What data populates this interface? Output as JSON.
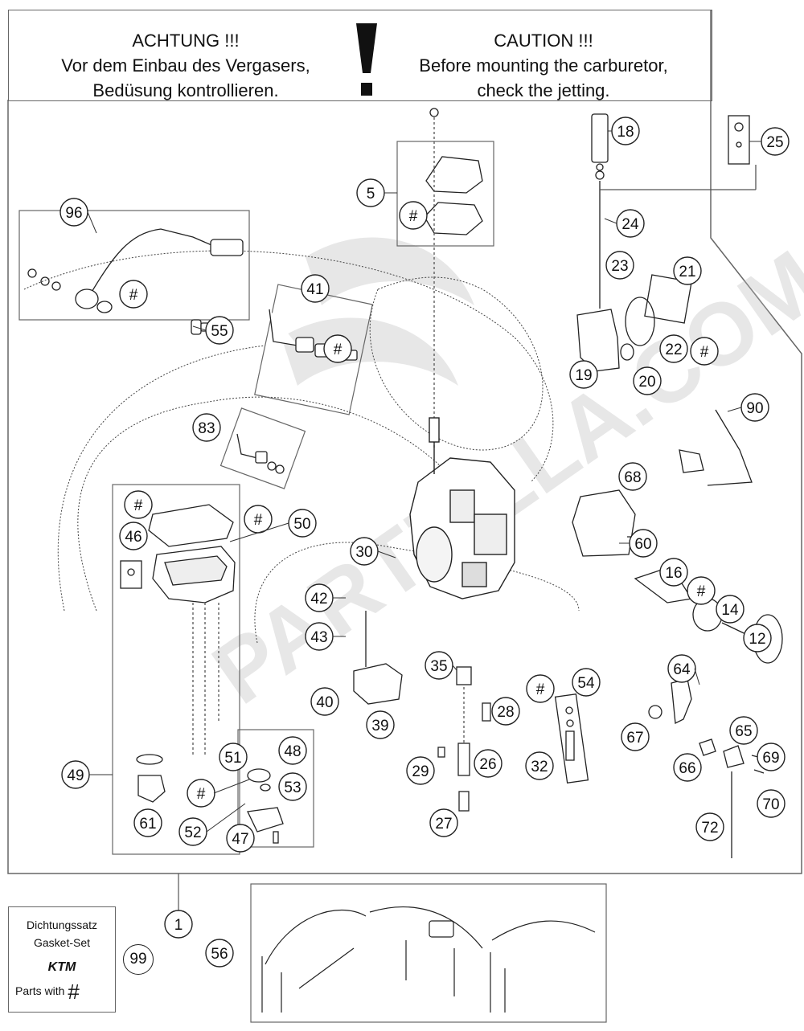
{
  "header": {
    "german": [
      "ACHTUNG !!!",
      "Vor dem Einbau des Vergasers,",
      "Bedüsung kontrollieren."
    ],
    "english": [
      "CAUTION !!!",
      "Before mounting the carburetor,",
      "check the jetting."
    ],
    "warning_symbol": "!"
  },
  "callouts": {
    "c1": "1",
    "c5": "5",
    "c12": "12",
    "c14": "14",
    "c16": "16",
    "c18": "18",
    "c19": "19",
    "c20": "20",
    "c21": "21",
    "c22": "22",
    "c23": "23",
    "c24": "24",
    "c25": "25",
    "c26": "26",
    "c27": "27",
    "c28": "28",
    "c29": "29",
    "c30": "30",
    "c32": "32",
    "c35": "35",
    "c39": "39",
    "c40": "40",
    "c41": "41",
    "c42": "42",
    "c43": "43",
    "c46": "46",
    "c47": "47",
    "c48": "48",
    "c49": "49",
    "c50": "50",
    "c51": "51",
    "c52": "52",
    "c53": "53",
    "c54": "54",
    "c55": "55",
    "c56": "56",
    "c60": "60",
    "c61": "61",
    "c64": "64",
    "c65": "65",
    "c66": "66",
    "c67": "67",
    "c68": "68",
    "c69": "69",
    "c70": "70",
    "c72": "72",
    "c83": "83",
    "c90": "90",
    "c96": "96",
    "hash": "#"
  },
  "gasket_set": {
    "line1": "Dichtungssatz",
    "line2": "Gasket-Set",
    "logo": "KTM",
    "parts_with": "Parts with",
    "hash": "#",
    "number": "99"
  },
  "watermark": "PARTZILLA.COM",
  "colors": {
    "line": "#222222",
    "frame": "#666666",
    "watermark": "#cfcfcf"
  }
}
